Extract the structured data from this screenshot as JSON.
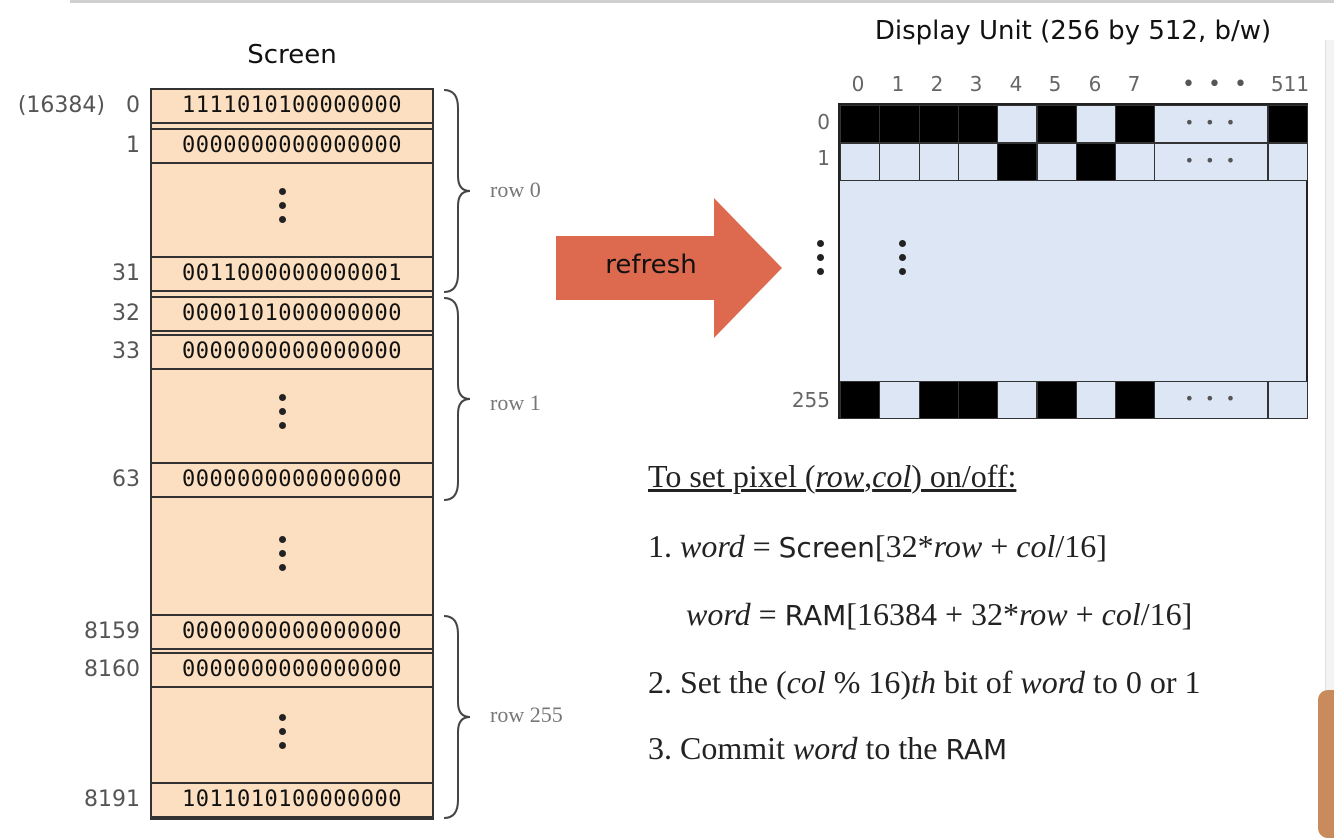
{
  "screen": {
    "title": "Screen",
    "base_address": "(16384)",
    "cells": [
      {
        "addr": "0",
        "bits": "1111010100000000"
      },
      {
        "addr": "1",
        "bits": "0000000000000000"
      },
      {
        "addr": "31",
        "bits": "0011000000000001"
      },
      {
        "addr": "32",
        "bits": "0000101000000000"
      },
      {
        "addr": "33",
        "bits": "0000000000000000"
      },
      {
        "addr": "63",
        "bits": "0000000000000000"
      },
      {
        "addr": "8159",
        "bits": "0000000000000000"
      },
      {
        "addr": "8160",
        "bits": "0000000000000000"
      },
      {
        "addr": "8191",
        "bits": "1011010100000000"
      }
    ],
    "row_labels": [
      "row 0",
      "row 1",
      "row 255"
    ]
  },
  "arrow": {
    "label": "refresh",
    "color": "#dd6a4f"
  },
  "display": {
    "title": "Display Unit (256 by 512, b/w)",
    "col_labels": [
      "0",
      "1",
      "2",
      "3",
      "4",
      "5",
      "6",
      "7",
      "511"
    ],
    "col_ellipsis": "• • •",
    "row_labels": [
      "0",
      "1",
      "255"
    ],
    "rows": {
      "r0": [
        1,
        1,
        1,
        1,
        0,
        1,
        0,
        1
      ],
      "r1": [
        0,
        0,
        0,
        0,
        1,
        0,
        1,
        0
      ],
      "r255": [
        1,
        0,
        1,
        1,
        0,
        1,
        0,
        1
      ]
    },
    "last_col": {
      "r0": 1,
      "r1": 0,
      "r255": 0
    }
  },
  "instructions": {
    "heading_pre": "To set pixel (",
    "heading_row": "row",
    "heading_comma": ",",
    "heading_col": "col",
    "heading_post": ") on/off:",
    "step1_num": "1.",
    "word": "word",
    "eq": " = ",
    "screen_kw": "Screen",
    "step1_expr_a": "[32*",
    "row": "row",
    "plus": " + ",
    "col": "col",
    "step1_expr_b": "/16]",
    "ram_kw": "RAM",
    "step1b_expr_a": "[16384 + 32*",
    "step2_a": "2. Set the (",
    "step2_b": " % 16)",
    "step2_th": "th",
    "step2_c": " bit of ",
    "step2_d": " to 0 or 1",
    "step3_a": "3. Commit ",
    "step3_b": " to the ",
    "step3_ram": "RAM"
  }
}
